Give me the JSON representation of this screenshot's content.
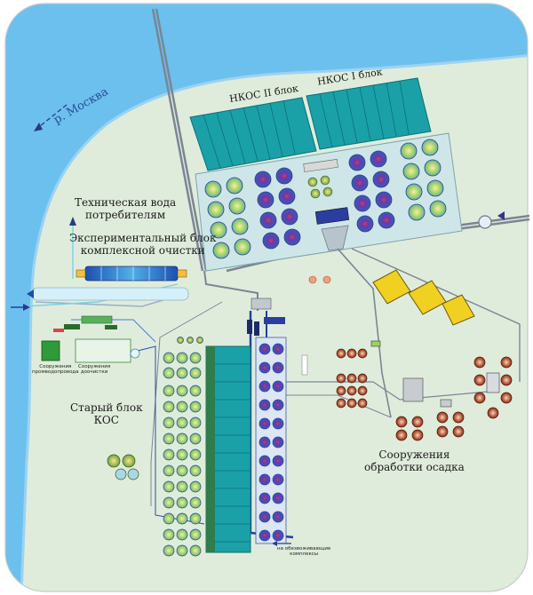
{
  "labels": {
    "river": "р. Москва",
    "nkos2": "НКОС II блок",
    "nkos1": "НКОС  I блок",
    "tech_water": "Техническая вода\nпотребителям",
    "exp_block": "Экспериментальный блок\nкомплексной очистки",
    "old_block": "Старый блок\nКОС",
    "sludge": "Сооружения\nобработки осадка",
    "water_facility": "Сооружения\nпромводопровода",
    "post_treatment": "Сооружения\nдоочистки",
    "to_complexes": "на обезвоживающие\nкомплексы"
  },
  "colors": {
    "river": "#6cc0ee",
    "land": "#e0ecdb",
    "roof": "#1aa1a8",
    "roof_line": "#0b6f77",
    "tank": "#3a6fc6",
    "pipe_blue": "#1f3f9e",
    "pipe_grey": "#7a8694",
    "digester": "#f0d020",
    "sludge_tank": "#9a4a2a"
  }
}
